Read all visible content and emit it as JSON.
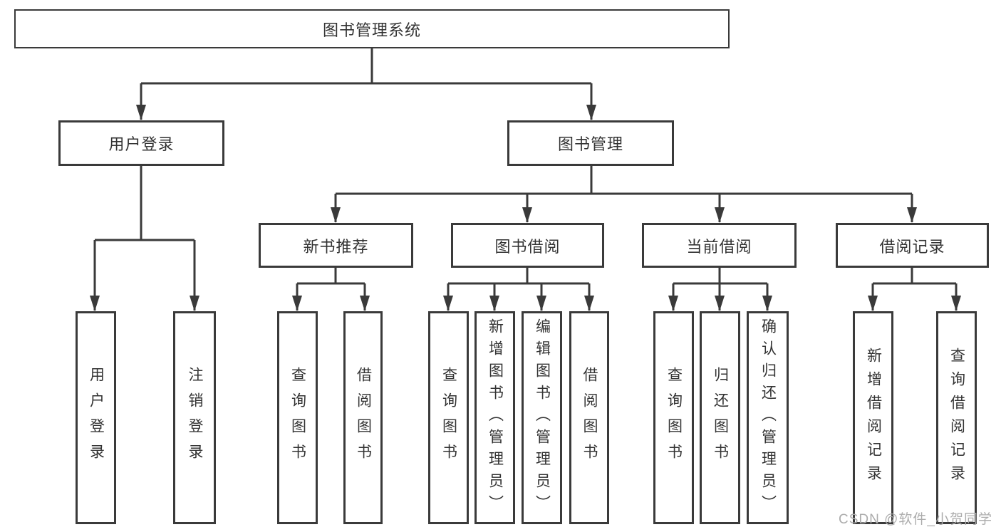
{
  "diagram": {
    "title": "图书管理系统",
    "watermark": "CSDN @软件_小贺同学",
    "colors": {
      "line": "#3a3a3a",
      "text": "#333333",
      "background": "#ffffff",
      "watermark": "#acacac"
    },
    "nodes": {
      "root": {
        "label": "图书管理系统"
      },
      "level2": [
        {
          "label": "用户登录"
        },
        {
          "label": "图书管理"
        }
      ],
      "level3": [
        {
          "label": "新书推荐"
        },
        {
          "label": "图书借阅"
        },
        {
          "label": "当前借阅"
        },
        {
          "label": "借阅记录"
        }
      ],
      "leaves": {
        "user_login": [
          {
            "label": "用户登录"
          },
          {
            "label": "注销登录"
          }
        ],
        "new_book_rec": [
          {
            "label": "查询图书"
          },
          {
            "label": "借阅图书"
          }
        ],
        "book_borrow": [
          {
            "label": "查询图书"
          },
          {
            "label": "新增图书（管理员）"
          },
          {
            "label": "编辑图书（管理员）"
          },
          {
            "label": "借阅图书"
          }
        ],
        "current_borrow": [
          {
            "label": "查询图书"
          },
          {
            "label": "归还图书"
          },
          {
            "label": "确认归还（管理员）"
          }
        ],
        "borrow_records": [
          {
            "label": "新增借阅记录"
          },
          {
            "label": "查询借阅记录"
          }
        ]
      }
    }
  }
}
